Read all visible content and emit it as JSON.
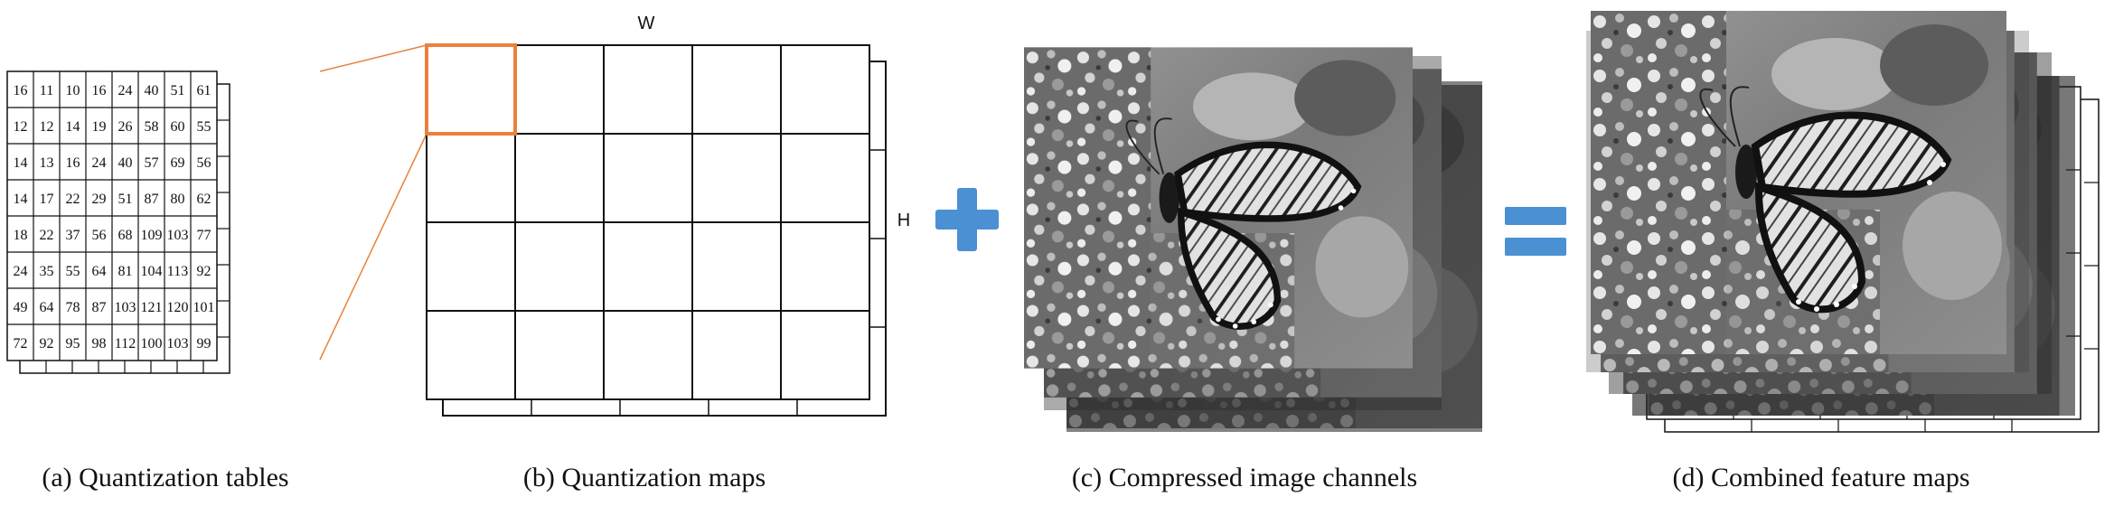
{
  "quant_table": {
    "rows": [
      [
        16,
        11,
        10,
        16,
        24,
        40,
        51,
        61
      ],
      [
        12,
        12,
        14,
        19,
        26,
        58,
        60,
        55
      ],
      [
        14,
        13,
        16,
        24,
        40,
        57,
        69,
        56
      ],
      [
        14,
        17,
        22,
        29,
        51,
        87,
        80,
        62
      ],
      [
        18,
        22,
        37,
        56,
        68,
        109,
        103,
        77
      ],
      [
        24,
        35,
        55,
        64,
        81,
        104,
        113,
        92
      ],
      [
        49,
        64,
        78,
        87,
        103,
        121,
        120,
        101
      ],
      [
        72,
        92,
        95,
        98,
        112,
        100,
        103,
        99
      ]
    ]
  },
  "quant_map": {
    "width_label": "W",
    "height_label": "H"
  },
  "captions": {
    "a": "(a) Quantization tables",
    "b": "(b) Quantization maps",
    "c": "(c) Compressed image channels",
    "d": "(d) Combined feature maps"
  },
  "colors": {
    "highlight": "#e8823c",
    "operator": "#4a90d2",
    "line": "#111111"
  },
  "icons": {
    "plus": "plus-icon",
    "equals": "equals-icon"
  }
}
